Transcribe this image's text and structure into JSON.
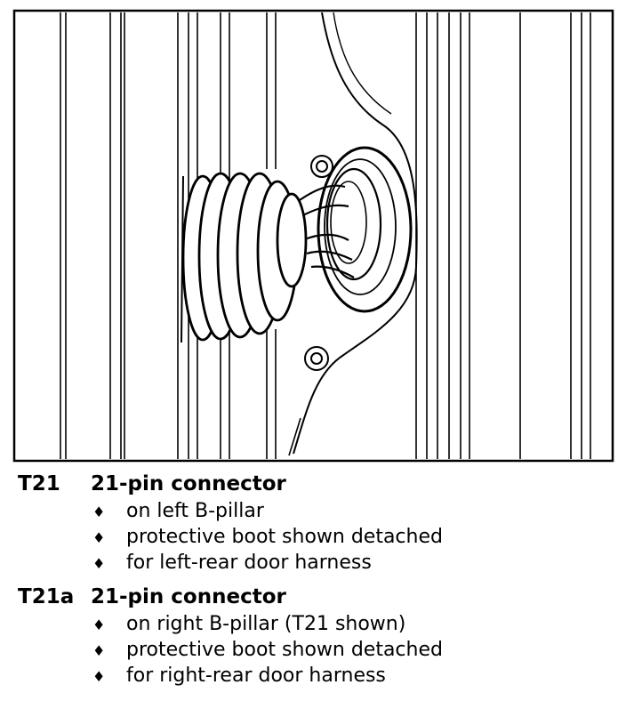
{
  "figure": {
    "subject": "21-pin connector in B-pillar with detached protective boot"
  },
  "entries": [
    {
      "code": "T21",
      "title": "21-pin connector",
      "bullets": [
        "on left B-pillar",
        "protective boot shown detached",
        "for left-rear door harness"
      ]
    },
    {
      "code": "T21a",
      "title": "21-pin connector",
      "bullets": [
        "on right B-pillar (T21 shown)",
        "protective boot shown detached",
        "for right-rear door harness"
      ]
    }
  ],
  "bullet_symbol": "♦"
}
